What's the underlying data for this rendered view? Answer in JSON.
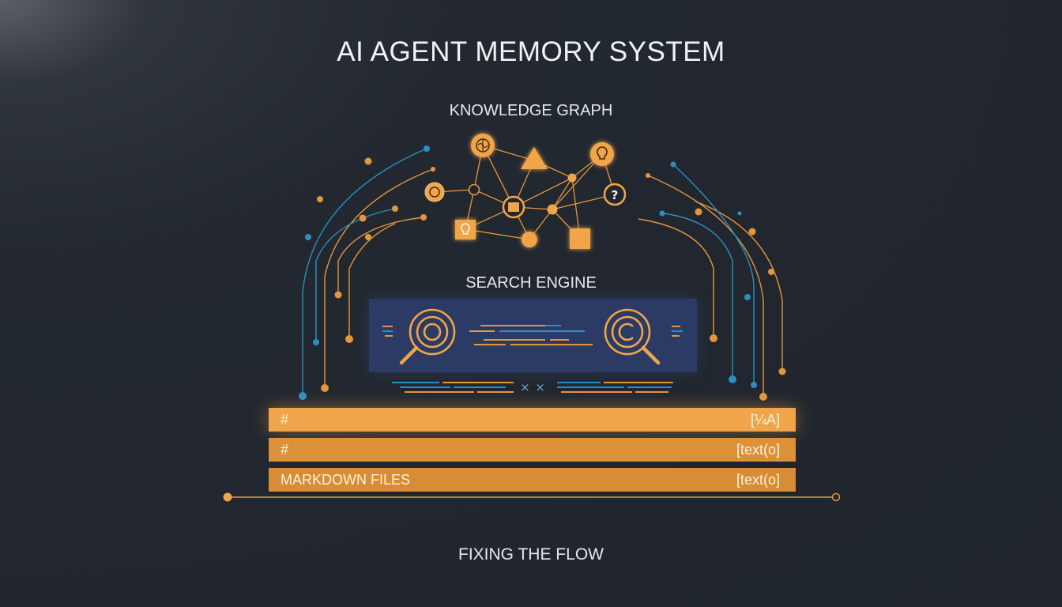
{
  "title": "AI AGENT MEMORY SYSTEM",
  "knowledge_graph": {
    "label": "KNOWLEDGE GRAPH"
  },
  "search_engine": {
    "label": "SEARCH ENGINE"
  },
  "markdown_bars": [
    {
      "left": "#",
      "right": "[¼A]"
    },
    {
      "left": "#",
      "right": "[text(o]"
    },
    {
      "left": "MARKDOWN FILES",
      "right": "[text(o]"
    }
  ],
  "footer": "FIXING THE FLOW",
  "decoration": {
    "close_marks": "× ×"
  },
  "colors": {
    "background": "#20252d",
    "orange": "#f0a54a",
    "blue": "#2a8fc4",
    "panel": "#2c3b63"
  },
  "icons": [
    "brain-icon",
    "lightbulb-icon",
    "question-icon",
    "magnifier-icon"
  ]
}
